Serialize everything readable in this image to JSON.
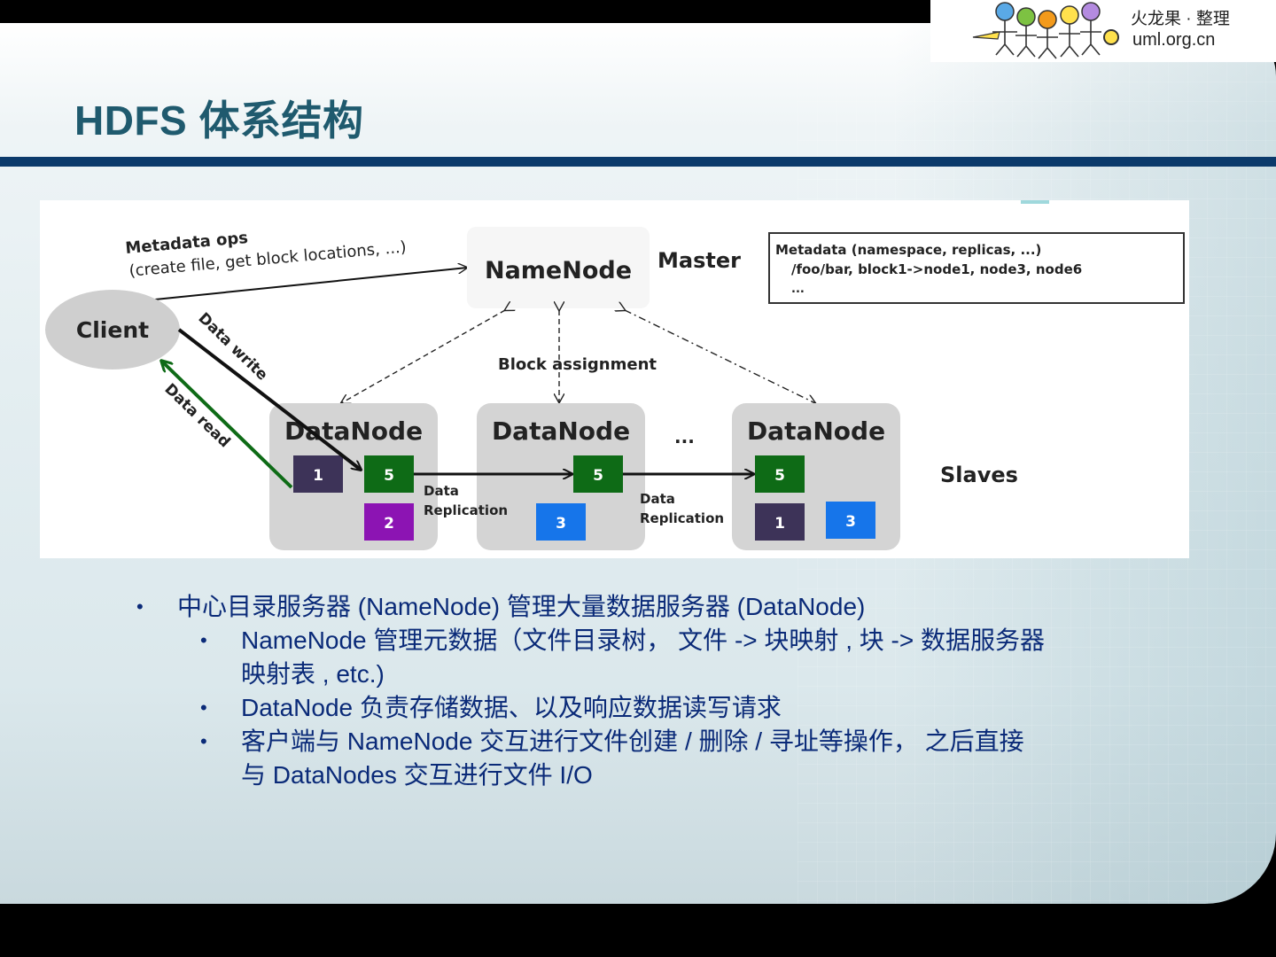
{
  "title": "HDFS 体系结构",
  "logo": {
    "line1": "火龙果 · 整理",
    "line2": "uml.org.cn"
  },
  "diagram": {
    "metadata_ops_label": "Metadata ops",
    "metadata_ops_detail": "(create file, get block locations, ...)",
    "namenode_label": "NameNode",
    "master_label": "Master",
    "metadata_box_line1": "Metadata (namespace, replicas, ...)",
    "metadata_box_line2": "/foo/bar, block1->node1, node3, node6",
    "metadata_box_line3": "...",
    "client_label": "Client",
    "data_write_label": "Data write",
    "data_read_label": "Data read",
    "block_assignment_label": "Block assignment",
    "datanode_label": "DataNode",
    "ellipsis": "...",
    "slaves_label": "Slaves",
    "data_label": "Data",
    "replication_label": "Replication",
    "blocks": {
      "b1": "1",
      "b2": "2",
      "b3": "3",
      "b5": "5"
    },
    "colors": {
      "dark": "#3d3358",
      "green": "#0e6b16",
      "purple": "#8c14b3",
      "blue": "#1675ea",
      "node_bg": "#d4d4d4"
    }
  },
  "bullets": [
    {
      "level": 1,
      "text": "中心目录服务器 (NameNode) 管理大量数据服务器 (DataNode)"
    },
    {
      "level": 2,
      "line1": "NameNode 管理元数据（文件目录树， 文件 -> 块映射 , 块 -> 数据服务器",
      "line2": "映射表 , etc.)"
    },
    {
      "level": 2,
      "text": "DataNode 负责存储数据、以及响应数据读写请求"
    },
    {
      "level": 2,
      "line1": "客户端与 NameNode 交互进行文件创建 / 删除 / 寻址等操作， 之后直接",
      "line2": "与 DataNodes 交互进行文件 I/O"
    }
  ],
  "bullet_char": "•"
}
